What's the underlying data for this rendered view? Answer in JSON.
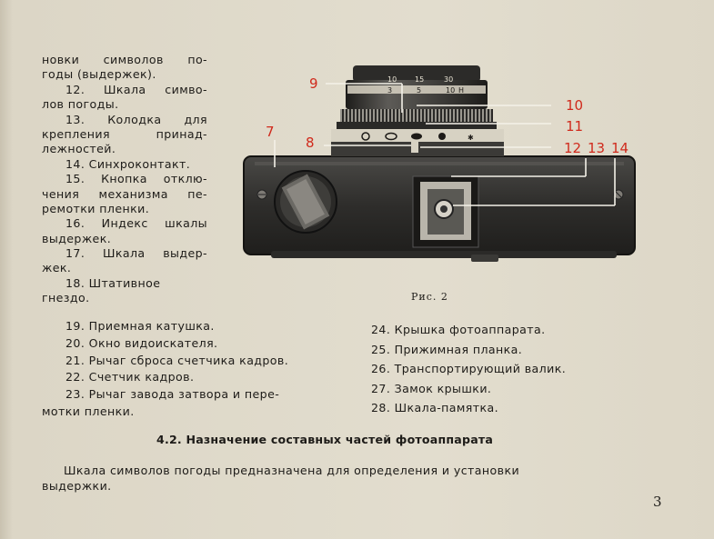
{
  "left_column": [
    [
      "новки",
      "символов",
      "по-"
    ],
    [
      "годы (выдержек)."
    ],
    [
      "12.",
      "Шкала",
      "симво-"
    ],
    [
      "лов погоды."
    ],
    [
      "13.",
      "Колодка",
      "для"
    ],
    [
      "крепления",
      "принад-"
    ],
    [
      "лежностей."
    ],
    [
      "14. Синхроконтакт."
    ],
    [
      "15.",
      "Кнопка",
      "отклю-"
    ],
    [
      "чения",
      "механизма",
      "пе-"
    ],
    [
      "ремотки пленки."
    ],
    [
      "16.",
      "Индекс",
      "шкалы"
    ],
    [
      "выдержек."
    ],
    [
      "17.",
      "Шкала",
      "выдер-"
    ],
    [
      "жек."
    ],
    [
      "18. Штативное"
    ],
    [
      "гнездо."
    ]
  ],
  "left_wide": [
    "19. Приемная катушка.",
    "20. Окно видоискателя.",
    "21. Рычаг сброса счетчика кадров.",
    "22. Счетчик кадров.",
    "23. Рычаг завода затвора и пере-",
    "мотки пленки."
  ],
  "right_column": [
    "24. Крышка фотоаппарата.",
    "25. Прижимная планка.",
    "26. Транспортирующий валик.",
    "27. Замок крышки.",
    "28. Шкала-памятка."
  ],
  "figure": {
    "caption": "Рис. 2",
    "callouts": [
      "9",
      "10",
      "11",
      "8",
      "7",
      "12",
      "13",
      "14"
    ],
    "dial_marks": [
      "10",
      "15",
      "30",
      "3",
      "5",
      "10",
      "H",
      "✱"
    ]
  },
  "section_heading": "4.2. Назначение составных частей фотоаппарата",
  "paragraph": [
    "Шкала символов погоды предназначена для определения и установки",
    "выдержки."
  ],
  "page_number": "3",
  "colors": {
    "callout": "#d02a1c",
    "paper": "#ddd7c7",
    "ink": "#1d1b18"
  }
}
